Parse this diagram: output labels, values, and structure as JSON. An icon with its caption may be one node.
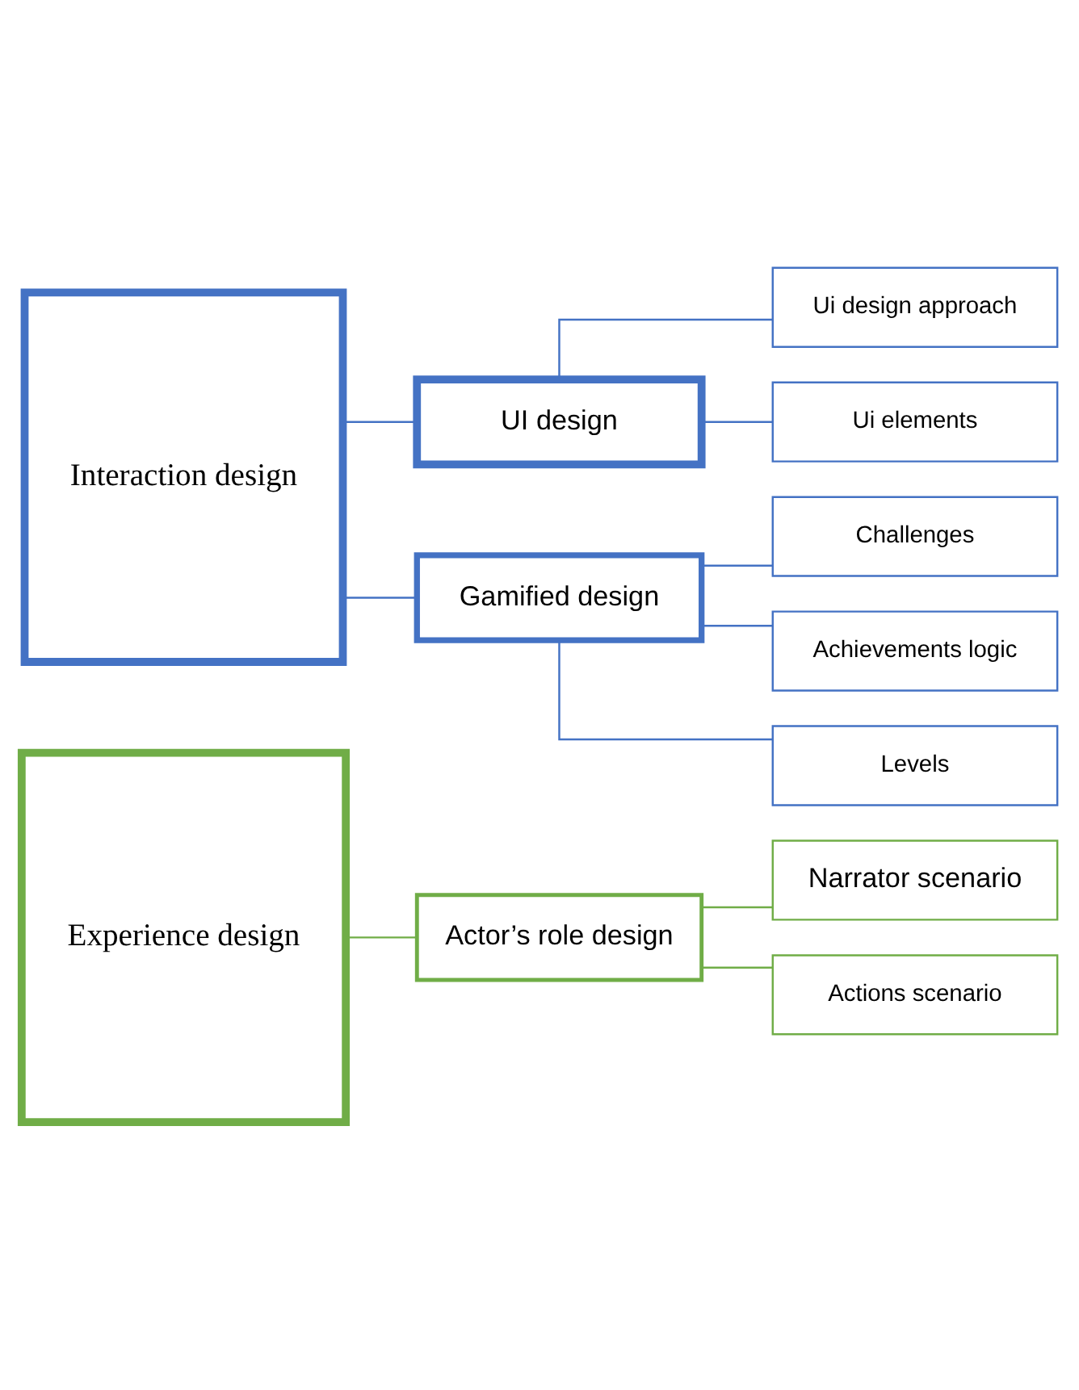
{
  "diagram": {
    "nodes": [
      {
        "text": [
          "Experience design"
        ]
      },
      {
        "text": [
          "Actor’s role design"
        ]
      },
      {
        "text": [
          "Narrator scenario"
        ]
      },
      {
        "text": [
          "Actions scenario"
        ]
      },
      {
        "text": [
          "Interaction design"
        ]
      },
      {
        "text": [
          "UI design"
        ]
      },
      {
        "text": [
          "Gamified design"
        ]
      },
      {
        "text": [
          "Ui design approach"
        ]
      },
      {
        "text": [
          "Ui elements"
        ]
      },
      {
        "text": [
          "Challenges"
        ]
      },
      {
        "text": [
          "Achievements logic"
        ]
      },
      {
        "text": [
          "Levels"
        ]
      }
    ],
    "edges": [
      {
        "from": 0,
        "to": 1,
        "arrow": "none",
        "color": "#70ad47"
      },
      {
        "from": 1,
        "to": 2,
        "arrow": "none",
        "color": "#70ad47"
      },
      {
        "from": 1,
        "to": 3,
        "arrow": "none",
        "color": "#70ad47"
      },
      {
        "from": 4,
        "to": 5,
        "arrow": "none"
      },
      {
        "from": 4,
        "to": 6,
        "arrow": "none"
      },
      {
        "from": 5,
        "to": 7,
        "arrow": "none"
      },
      {
        "from": 5,
        "to": 8,
        "arrow": "none"
      },
      {
        "from": 6,
        "to": 9,
        "arrow": "none"
      },
      {
        "from": 6,
        "to": 10,
        "arrow": "none"
      },
      {
        "from": 6,
        "to": 11,
        "arrow": "none"
      }
    ]
  }
}
